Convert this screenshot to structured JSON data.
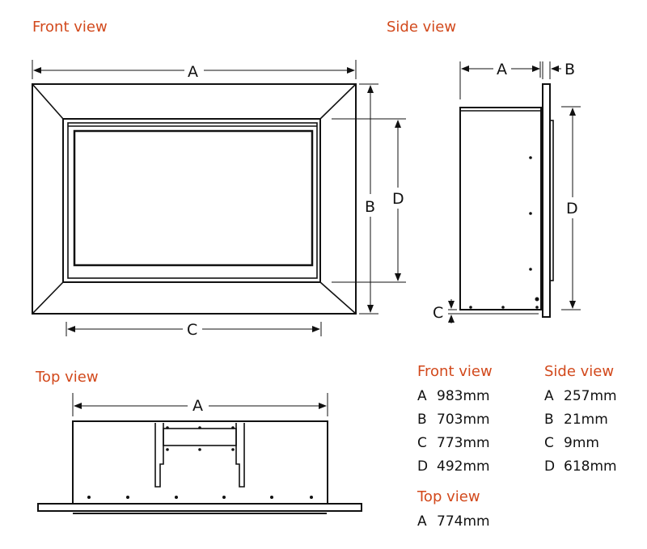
{
  "views": {
    "front": {
      "title": "Front view",
      "labels": {
        "A": "A",
        "B": "B",
        "C": "C",
        "D": "D"
      }
    },
    "side": {
      "title": "Side view",
      "labels": {
        "A": "A",
        "B": "B",
        "C": "C",
        "D": "D"
      }
    },
    "top": {
      "title": "Top view",
      "labels": {
        "A": "A"
      }
    }
  },
  "specs": {
    "front": {
      "title": "Front view",
      "rows": [
        {
          "key": "A",
          "value": "983mm"
        },
        {
          "key": "B",
          "value": "703mm"
        },
        {
          "key": "C",
          "value": "773mm"
        },
        {
          "key": "D",
          "value": "492mm"
        }
      ]
    },
    "side": {
      "title": "Side view",
      "rows": [
        {
          "key": "A",
          "value": "257mm"
        },
        {
          "key": "B",
          "value": "21mm"
        },
        {
          "key": "C",
          "value": "9mm"
        },
        {
          "key": "D",
          "value": "618mm"
        }
      ]
    },
    "top": {
      "title": "Top view",
      "rows": [
        {
          "key": "A",
          "value": "774mm"
        }
      ]
    }
  },
  "colors": {
    "heading": "#d2491c",
    "line": "#111111"
  }
}
